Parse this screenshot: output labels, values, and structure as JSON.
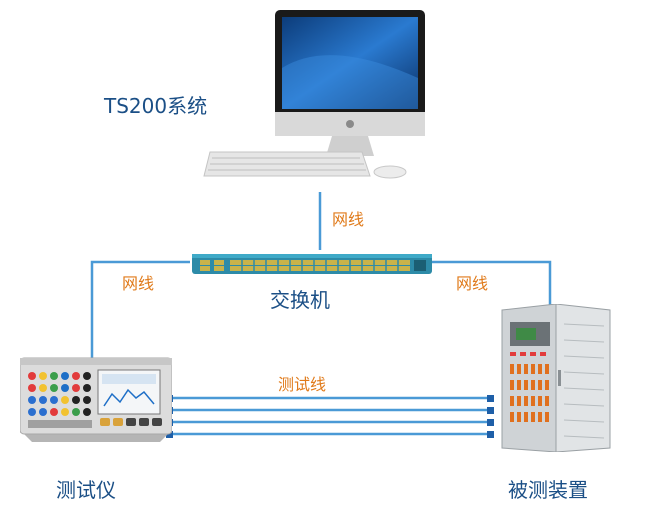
{
  "labels": {
    "system": "TS200系统",
    "cable_top": "网线",
    "cable_left": "网线",
    "cable_right": "网线",
    "switch": "交换机",
    "test_wire": "测试线",
    "tester": "测试仪",
    "device": "被测装置"
  },
  "colors": {
    "connection_line": "#4a9ad6",
    "cable_label": "#e07a1a",
    "title_text": "#1b4f86"
  },
  "icons": [
    "desktop-computer-icon",
    "keyboard-icon",
    "mouse-icon",
    "network-switch-icon",
    "relay-tester-icon",
    "device-cabinet-icon"
  ]
}
